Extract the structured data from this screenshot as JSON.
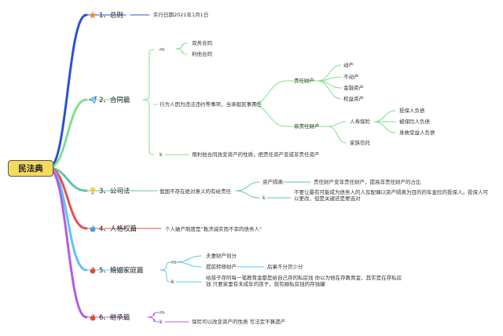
{
  "root": "民法典",
  "sections": [
    {
      "label": "1、总则",
      "icon": "star-icon",
      "color": "#2b4fd8",
      "children": [
        {
          "text": "实行日期2021年1月1日"
        }
      ]
    },
    {
      "label": "2、合同篇",
      "icon": "paper-plane-icon",
      "color": "#7fe08a",
      "children": [
        {
          "text": "m",
          "children": [
            {
              "text": "双务合同"
            },
            {
              "text": "利他合同"
            }
          ]
        },
        {
          "text": "行为人因为违法违约等事项，当承担民事责任",
          "children": [
            {
              "text": "责任财产",
              "children": [
                {
                  "text": "动产"
                },
                {
                  "text": "不动产"
                },
                {
                  "text": "金融资产"
                },
                {
                  "text": "权益资产"
                }
              ]
            },
            {
              "text": "非责任财产",
              "children": [
                {
                  "text": "人寿保险",
                  "children": [
                    {
                      "text": "投保人负债"
                    },
                    {
                      "text": "被保险人负债"
                    },
                    {
                      "text": "身故受益人负债"
                    }
                  ]
                },
                {
                  "text": "家族信托"
                }
              ]
            }
          ]
        },
        {
          "text": "k",
          "children": [
            {
              "text": "用利他合同改变资产的性质，把责任资产变成非责任资产"
            }
          ]
        }
      ]
    },
    {
      "label": "3、公司法",
      "icon": "lightbulb-icon",
      "color": "#5ec7a7",
      "children": [
        {
          "text": "我国不存在绝对意义的有给责任",
          "children": [
            {
              "text": "资产隔离",
              "children": [
                {
                  "text": "责任财产变非责任财产，提高非责任财产的占比"
                }
              ]
            },
            {
              "text": "k",
              "children": [
                {
                  "text": "不要让最有可能成为债务人的人及配偶以资产隔离为目的的年金险的投保人。投保人可以更改，但是关键还是要选对"
                }
              ]
            }
          ]
        }
      ]
    },
    {
      "label": "4、人格权篇",
      "icon": "flame-icon",
      "color": "#e84e4e",
      "children": [
        {
          "text": "个人破产制度是\"救济诚实而不幸的债务人\""
        }
      ]
    },
    {
      "label": "5、婚姻家庭篇",
      "icon": "flame-icon",
      "color": "#5bc6ee",
      "children": [
        {
          "text": "m",
          "children": [
            {
              "text": "夫妻财产划分"
            },
            {
              "text": "提前转移财产",
              "children": [
                {
                  "text": "后果不分货少分"
                }
              ]
            }
          ]
        },
        {
          "text": "k",
          "children": [
            {
              "text": "给孩子存的每一笔教育金都是给自己存的私房钱 你以为他在存教育金，其实是在存私房钱 只要家里有未成年的孩子，就有婚私房钱的存钱罐"
            }
          ]
        }
      ]
    },
    {
      "label": "6、继承篇",
      "icon": "flame-icon",
      "color": "#b45ce0",
      "children": [
        {
          "text": "m"
        },
        {
          "text": "k",
          "children": [
            {
              "text": "保险可以改变资产的性质 写法定不算遗产"
            }
          ]
        }
      ]
    }
  ]
}
